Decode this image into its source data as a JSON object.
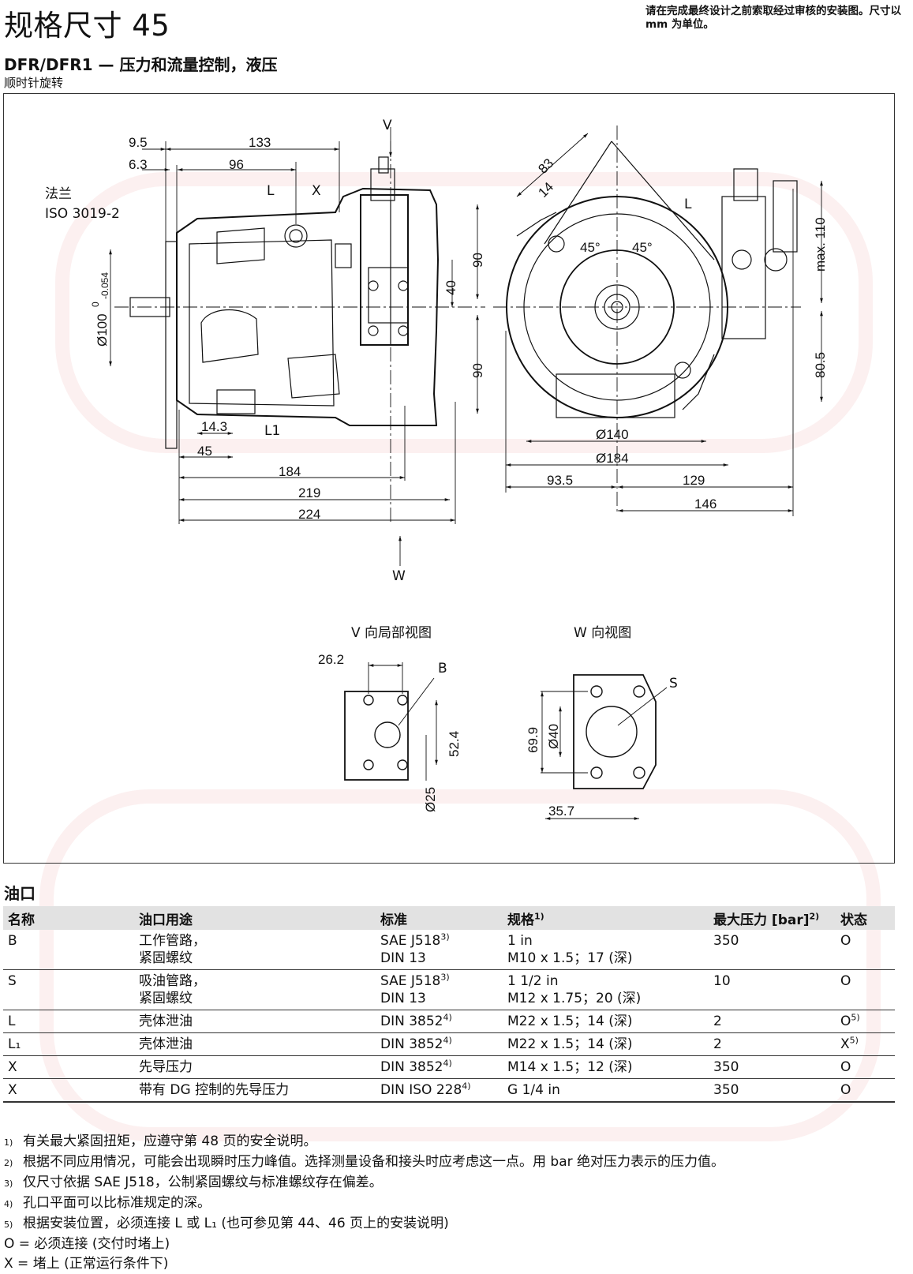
{
  "header": {
    "title": "规格尺寸 45",
    "install_note": "请在完成最终设计之前索取经过审核的安装图。尺寸以 mm 为单位。",
    "subtitle": "DFR/DFR1 — 压力和流量控制，液压",
    "rotation": "顺时针旋转"
  },
  "drawing": {
    "flange_label_1": "法兰",
    "flange_label_2": "ISO 3019-2",
    "dims": {
      "d9_5": "9.5",
      "d133": "133",
      "d6_3": "6.3",
      "d96": "96",
      "d90a": "90",
      "d40": "40",
      "d90b": "90",
      "d100": "Ø100",
      "d100_tol_u": "0",
      "d100_tol_l": "-0.054",
      "d14_3": "14.3",
      "d45": "45",
      "d184": "184",
      "d219": "219",
      "d224": "224",
      "d83": "83",
      "d14": "14",
      "deg1": "45°",
      "deg2": "45°",
      "dmax110": "max. 110",
      "d80_5": "80.5",
      "d140": "Ø140",
      "d184b": "Ø184",
      "d93_5": "93.5",
      "d129": "129",
      "d146": "146",
      "d26_2": "26.2",
      "d52_4": "52.4",
      "d25": "Ø25",
      "d69_9": "69.9",
      "d40b": "Ø40",
      "d35_7": "35.7"
    },
    "labels": {
      "V": "V",
      "W": "W",
      "L": "L",
      "X": "X",
      "L1": "L1",
      "Lr": "L",
      "B": "B",
      "S": "S",
      "view_v": "V 向局部视图",
      "view_w": "W 向视图"
    }
  },
  "ports": {
    "heading": "油口",
    "columns": [
      "名称",
      "油口用途",
      "标准",
      "规格",
      "最大压力 [bar]",
      "状态"
    ],
    "col_sups": {
      "spec": "1)",
      "pressure": "2)"
    },
    "rows": [
      {
        "name": "B",
        "usage": "工作管路，",
        "usage2": "紧固螺纹",
        "std": "SAE J518",
        "std_sup": "3)",
        "std2": "DIN 13",
        "spec": "1 in",
        "spec2": "M10 x 1.5；17 (深)",
        "pressure": "350",
        "state": "O",
        "state_sup": ""
      },
      {
        "name": "S",
        "usage": "吸油管路，",
        "usage2": "紧固螺纹",
        "std": "SAE J518",
        "std_sup": "3)",
        "std2": "DIN 13",
        "spec": "1 1/2 in",
        "spec2": "M12 x 1.75；20 (深)",
        "pressure": "10",
        "state": "O",
        "state_sup": ""
      },
      {
        "name": "L",
        "usage": "壳体泄油",
        "usage2": "",
        "std": "DIN 3852",
        "std_sup": "4)",
        "std2": "",
        "spec": "M22 x 1.5；14 (深)",
        "spec2": "",
        "pressure": "2",
        "state": "O",
        "state_sup": "5)"
      },
      {
        "name": "L₁",
        "usage": "壳体泄油",
        "usage2": "",
        "std": "DIN 3852",
        "std_sup": "4)",
        "std2": "",
        "spec": "M22 x 1.5；14 (深)",
        "spec2": "",
        "pressure": "2",
        "state": "X",
        "state_sup": "5)"
      },
      {
        "name": "X",
        "usage": "先导压力",
        "usage2": "",
        "std": "DIN 3852",
        "std_sup": "4)",
        "std2": "",
        "spec": "M14 x 1.5；12 (深)",
        "spec2": "",
        "pressure": "350",
        "state": "O",
        "state_sup": ""
      },
      {
        "name": "X",
        "usage": "带有 DG 控制的先导压力",
        "usage2": "",
        "std": "DIN ISO 228",
        "std_sup": "4)",
        "std2": "",
        "spec": "G 1/4 in",
        "spec2": "",
        "pressure": "350",
        "state": "O",
        "state_sup": ""
      }
    ]
  },
  "footnotes": [
    {
      "num": "1)",
      "text": "有关最大紧固扭矩，应遵守第 48 页的安全说明。"
    },
    {
      "num": "2)",
      "text": "根据不同应用情况，可能会出现瞬时压力峰值。选择测量设备和接头时应考虑这一点。用 bar 绝对压力表示的压力值。"
    },
    {
      "num": "3)",
      "text": "仅尺寸依据 SAE J518，公制紧固螺纹与标准螺纹存在偏差。"
    },
    {
      "num": "4)",
      "text": "孔口平面可以比标准规定的深。"
    },
    {
      "num": "5)",
      "text": "根据安装位置，必须连接 L 或 L₁ (也可参见第 44、46 页上的安装说明)"
    },
    {
      "num": "",
      "text": "O = 必须连接 (交付时堵上)"
    },
    {
      "num": "",
      "text": "X = 堵上 (正常运行条件下)"
    }
  ]
}
